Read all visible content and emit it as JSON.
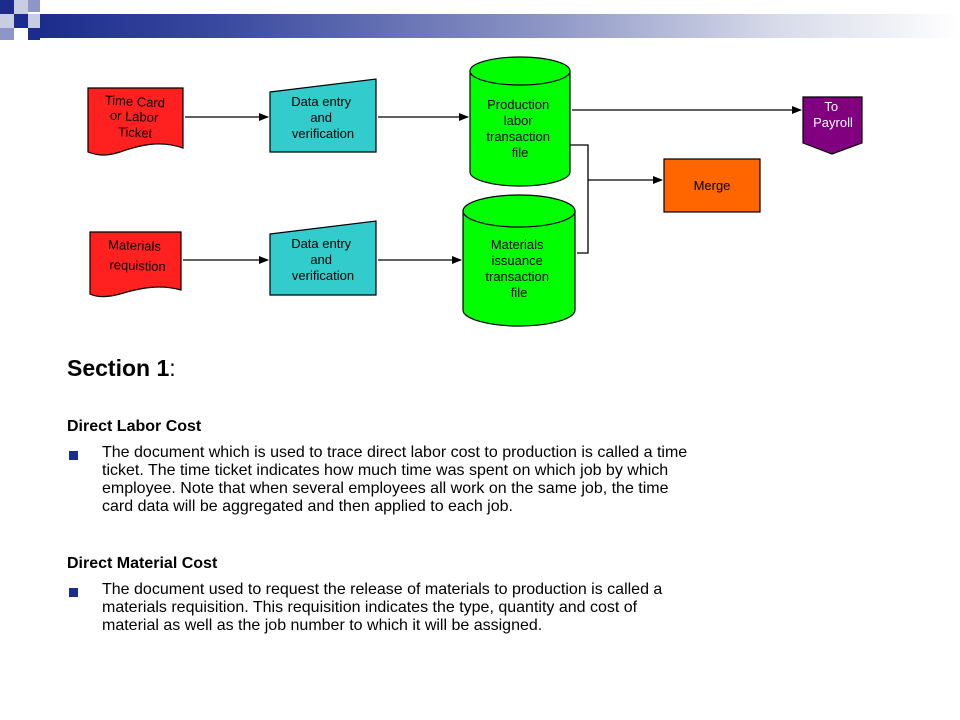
{
  "header": {
    "band_color": "#1c2c8c",
    "squares": [
      "#1c2c8c",
      "#8d96c6",
      "#c9cde3"
    ]
  },
  "diagram": {
    "nodes": {
      "time_card": {
        "lines": [
          "Time Card",
          "or Labor",
          "Ticket"
        ],
        "shape": "document",
        "color": "#ff2020"
      },
      "data_entry_1": {
        "lines": [
          "Data entry",
          "and",
          "verification"
        ],
        "shape": "manual-input",
        "color": "#33cccc"
      },
      "production_labor": {
        "lines": [
          "Production",
          "labor",
          "transaction",
          "file"
        ],
        "shape": "cylinder",
        "color": "#00ff00"
      },
      "to_payroll": {
        "lines": [
          "To",
          "Payroll"
        ],
        "shape": "off-page-connector",
        "color": "#800080"
      },
      "merge": {
        "lines": [
          "Merge"
        ],
        "shape": "process",
        "color": "#ff6600"
      },
      "materials_requisition": {
        "lines": [
          "Materials",
          "requistion"
        ],
        "shape": "document",
        "color": "#ff2020"
      },
      "data_entry_2": {
        "lines": [
          "Data entry",
          "and",
          "verification"
        ],
        "shape": "manual-input",
        "color": "#33cccc"
      },
      "materials_issuance": {
        "lines": [
          "Materials",
          "issuance",
          "transaction",
          "file"
        ],
        "shape": "cylinder",
        "color": "#00ff00"
      }
    }
  },
  "content": {
    "section_title": "Section 1",
    "section_colon": ":",
    "direct_labor": {
      "heading": "Direct Labor Cost",
      "lines": [
        "The document which is used to trace direct labor cost to production is called a time",
        "ticket. The time ticket indicates how much time was spent on which job by which",
        "employee. Note that when several employees all work on the same job, the time",
        "card data will be aggregated and then applied to each job."
      ]
    },
    "direct_material": {
      "heading": "Direct Material Cost",
      "lines": [
        "The document used to request the release of materials to production is called a",
        "materials requisition.  This requisition indicates the type, quantity and cost of",
        "material as well as the job number to which it will be assigned."
      ]
    }
  }
}
